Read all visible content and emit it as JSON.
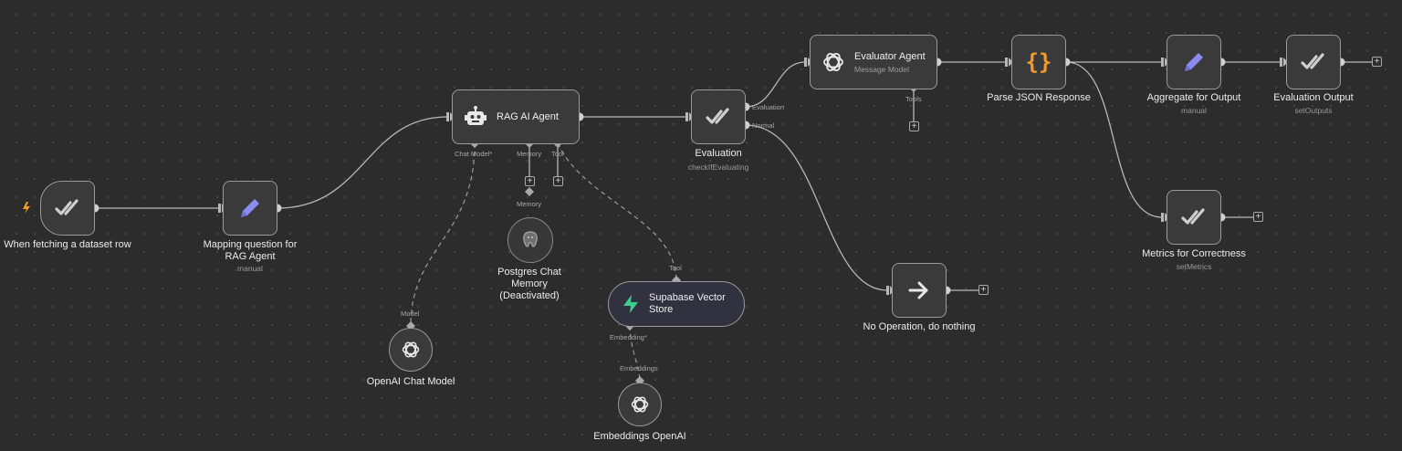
{
  "colors": {
    "background": "#2c2c2c",
    "node_fill": "#3a3a3a",
    "node_border": "#9a9a9a",
    "wire": "#b8b8b8",
    "accent_purple": "#8b8cf0",
    "accent_orange": "#f29a2c",
    "accent_green": "#3ecf8e",
    "trigger_bolt": "#f29a2c"
  },
  "nodes": {
    "trigger": {
      "title": "When fetching a dataset row",
      "icon": "check-double-icon"
    },
    "mapping": {
      "title": "Mapping question for RAG Agent",
      "subtitle": "manual",
      "icon": "pencil-icon"
    },
    "rag_agent": {
      "title": "RAG AI Agent",
      "icon": "robot-icon",
      "ports": {
        "chat_model": "Chat Model*",
        "memory": "Memory",
        "tool": "Tool"
      }
    },
    "evaluation": {
      "title": "Evaluation",
      "subtitle": "checkIfEvaluating",
      "outputs": {
        "evaluation": "Evaluation",
        "normal": "Normal"
      }
    },
    "evaluator_agent": {
      "title": "Evaluator Agent",
      "subtitle": "Message Model",
      "tools": "Tools",
      "icon": "openai-icon"
    },
    "parse_json": {
      "title": "Parse JSON Response",
      "icon": "braces-icon",
      "glyph": "{}"
    },
    "aggregate": {
      "title": "Aggregate for Output",
      "subtitle": "manual",
      "icon": "pencil-icon"
    },
    "eval_output": {
      "title": "Evaluation Output",
      "subtitle": "setOutputs"
    },
    "metrics": {
      "title": "Metrics for Correctness",
      "subtitle": "setMetrics"
    },
    "noop": {
      "title": "No Operation, do nothing",
      "icon": "arrow-right-icon"
    },
    "postgres": {
      "title": "Postgres Chat Memory (Deactivated)",
      "port": "Memory",
      "icon": "postgres-icon"
    },
    "openai_chat": {
      "title": "OpenAI Chat Model",
      "port": "Model",
      "icon": "openai-icon"
    },
    "supabase": {
      "title": "Supabase Vector Store",
      "port_top": "Tool",
      "port_bottom": "Embedding*",
      "icon": "supabase-icon"
    },
    "embeddings": {
      "title": "Embeddings OpenAI",
      "port": "Embeddings",
      "icon": "openai-icon"
    }
  }
}
